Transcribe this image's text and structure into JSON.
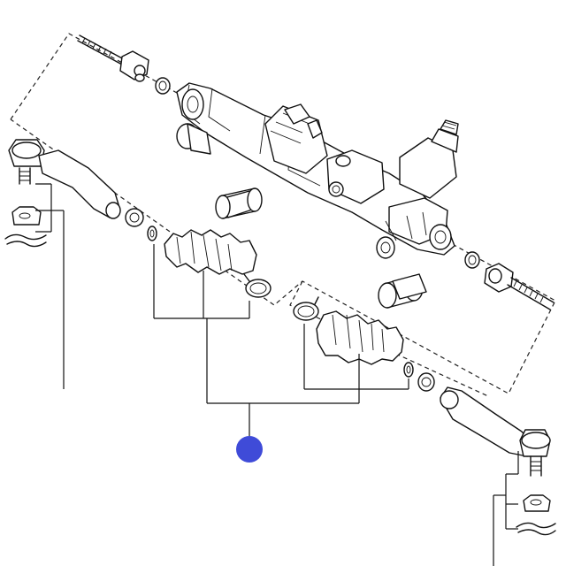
{
  "diagram": {
    "line_color": "#111111",
    "background": "#ffffff",
    "marker": {
      "icon": "blue-dot-marker-icon",
      "color": "#3f4bd8"
    },
    "parts": [
      "inner-tie-rod-left",
      "steering-gear-housing",
      "rack-bushing-upper",
      "rack-bushing-lower",
      "inner-tie-rod-right",
      "outer-tie-rod-end-left",
      "outer-tie-rod-end-right",
      "rack-boot-left",
      "rack-boot-right",
      "boot-clamps",
      "castle-nuts",
      "cotter-pins"
    ]
  }
}
